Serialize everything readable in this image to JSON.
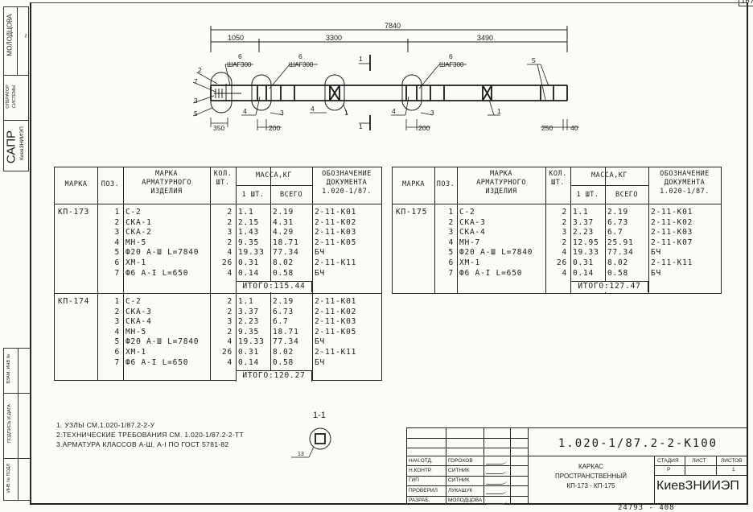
{
  "sheet_corner": "107",
  "side_stamp": {
    "person": "МОЛОДЦОВА",
    "operator": [
      "ОПЕРАТОР",
      "СИСТЕМЫ"
    ],
    "sapr": "САПР",
    "sapr_org": "КиевЗНИИЭП",
    "inv_vzam": "ВЗАМ. ИНВ №",
    "podpis_data": "ПОДПИСЬ И ДАТА",
    "inv_podl": "ИНВ № ПОДЛ"
  },
  "drawing": {
    "dims": {
      "total": "7840",
      "d1": "1050",
      "d2": "3300",
      "d3": "3490",
      "b1": "350",
      "b2": "200",
      "b3": "200",
      "b4": "250",
      "b5": "40"
    },
    "callouts": {
      "pos6": "6",
      "step": "ШАГ300",
      "p1": "1",
      "p2": "2",
      "p3": "3",
      "p4": "4",
      "p5": "5",
      "p7": "7",
      "section": "1"
    },
    "section_view": {
      "title": "1-1",
      "callout": "13"
    }
  },
  "table_headers": {
    "marka": "МАРКА",
    "poz": "ПОЗ.",
    "izdelie": "МАРКА\nАРМАТУРНОГО\nИЗДЕЛИЯ",
    "kol": "КОЛ.\nШТ.",
    "massa": "МАССА,КГ",
    "one": "1 ШТ.",
    "vsego": "ВСЕГО",
    "doc": "ОБОЗНАЧЕНИЕ\nДОКУМЕНТА\n1.020-1/87."
  },
  "tables": [
    {
      "groups": [
        {
          "marka": "КП-173",
          "total": "ИТОГО:115.44",
          "rows": [
            {
              "poz": "1",
              "item": "С-2",
              "qty": "2",
              "one": "1.1",
              "all": "2.19",
              "doc": "2-11-К01"
            },
            {
              "poz": "2",
              "item": "СКА-1",
              "qty": "2",
              "one": "2.15",
              "all": "4.31",
              "doc": "2-11-К02"
            },
            {
              "poz": "3",
              "item": "СКА-2",
              "qty": "3",
              "one": "1.43",
              "all": "4.29",
              "doc": "2-11-К03"
            },
            {
              "poz": "4",
              "item": "МН-5",
              "qty": "2",
              "one": "9.35",
              "all": "18.71",
              "doc": "2-11-К05"
            },
            {
              "poz": "5",
              "item": "Ф20 А-Ш L=7840",
              "qty": "4",
              "one": "19.33",
              "all": "77.34",
              "doc": "БЧ"
            },
            {
              "poz": "6",
              "item": "ХМ-1",
              "qty": "26",
              "one": "0.31",
              "all": "8.02",
              "doc": "2-11-К11"
            },
            {
              "poz": "7",
              "item": "Ф6 А-I L=650",
              "qty": "4",
              "one": "0.14",
              "all": "0.58",
              "doc": "БЧ"
            }
          ]
        },
        {
          "marka": "КП-174",
          "total": "ИТОГО:120.27",
          "rows": [
            {
              "poz": "1",
              "item": "С-2",
              "qty": "2",
              "one": "1.1",
              "all": "2.19",
              "doc": "2-11-К01"
            },
            {
              "poz": "2",
              "item": "СКА-3",
              "qty": "2",
              "one": "3.37",
              "all": "6.73",
              "doc": "2-11-К02"
            },
            {
              "poz": "3",
              "item": "СКА-4",
              "qty": "3",
              "one": "2.23",
              "all": "6.7",
              "doc": "2-11-К03"
            },
            {
              "poz": "4",
              "item": "МН-5",
              "qty": "2",
              "one": "9.35",
              "all": "18.71",
              "doc": "2-11-К05"
            },
            {
              "poz": "5",
              "item": "Ф20 А-Ш L=7840",
              "qty": "4",
              "one": "19.33",
              "all": "77.34",
              "doc": "БЧ"
            },
            {
              "poz": "6",
              "item": "ХМ-1",
              "qty": "26",
              "one": "0.31",
              "all": "8.02",
              "doc": "2-11-К11"
            },
            {
              "poz": "7",
              "item": "Ф6 А-I L=650",
              "qty": "4",
              "one": "0.14",
              "all": "0.58",
              "doc": "БЧ"
            }
          ]
        }
      ]
    },
    {
      "groups": [
        {
          "marka": "КП-175",
          "total": "ИТОГО:127.47",
          "rows": [
            {
              "poz": "1",
              "item": "С-2",
              "qty": "2",
              "one": "1.1",
              "all": "2.19",
              "doc": "2-11-К01"
            },
            {
              "poz": "2",
              "item": "СКА-3",
              "qty": "2",
              "one": "3.37",
              "all": "6.73",
              "doc": "2-11-К02"
            },
            {
              "poz": "3",
              "item": "СКА-4",
              "qty": "3",
              "one": "2.23",
              "all": "6.7",
              "doc": "2-11-К03"
            },
            {
              "poz": "4",
              "item": "МН-7",
              "qty": "2",
              "one": "12.95",
              "all": "25.91",
              "doc": "2-11-К07"
            },
            {
              "poz": "5",
              "item": "Ф20 А-Ш L=7840",
              "qty": "4",
              "one": "19.33",
              "all": "77.34",
              "doc": "БЧ"
            },
            {
              "poz": "6",
              "item": "ХМ-1",
              "qty": "26",
              "one": "0.31",
              "all": "8.02",
              "doc": "2-11-К11"
            },
            {
              "poz": "7",
              "item": "Ф6 А-I L=650",
              "qty": "4",
              "one": "0.14",
              "all": "0.58",
              "doc": "БЧ"
            }
          ]
        }
      ]
    }
  ],
  "notes": [
    "1. УЗЛЫ СМ.1.020-1/87.2-2-У",
    "2.ТЕХНИЧЕСКИЕ ТРЕБОВАНИЯ СМ. 1.020-1/87.2-2-ТТ",
    "3.АРМАТУРА КЛАССОВ А-Ш, А-I ПО ГОСТ 5781-82"
  ],
  "title_block": {
    "code": "1.020-1/87.2-2-К100",
    "title": [
      "КАРКАС",
      "ПРОСТРАНСТВЕННЫЙ",
      "КП-173 - КП-175"
    ],
    "stadia_label": "СТАДИЯ",
    "list_label": "ЛИСТ",
    "listov_label": "ЛИСТОВ",
    "stadia": "Р",
    "list": "",
    "listov": "1",
    "org": "КиевЗНИИЭП",
    "signers": [
      {
        "role": "НАЧ.ОТД.",
        "name": "ГОРОХОВ"
      },
      {
        "role": "Н.КОНТР.",
        "name": "СИТНИК"
      },
      {
        "role": "ГИП",
        "name": "СИТНИК"
      },
      {
        "role": "ПРОВЕРИЛ",
        "name": "ЛУКАШУК"
      },
      {
        "role": "РАЗРАБ.",
        "name": "МОЛОДЦОВА"
      }
    ]
  },
  "archive_number": "24793 - 408"
}
